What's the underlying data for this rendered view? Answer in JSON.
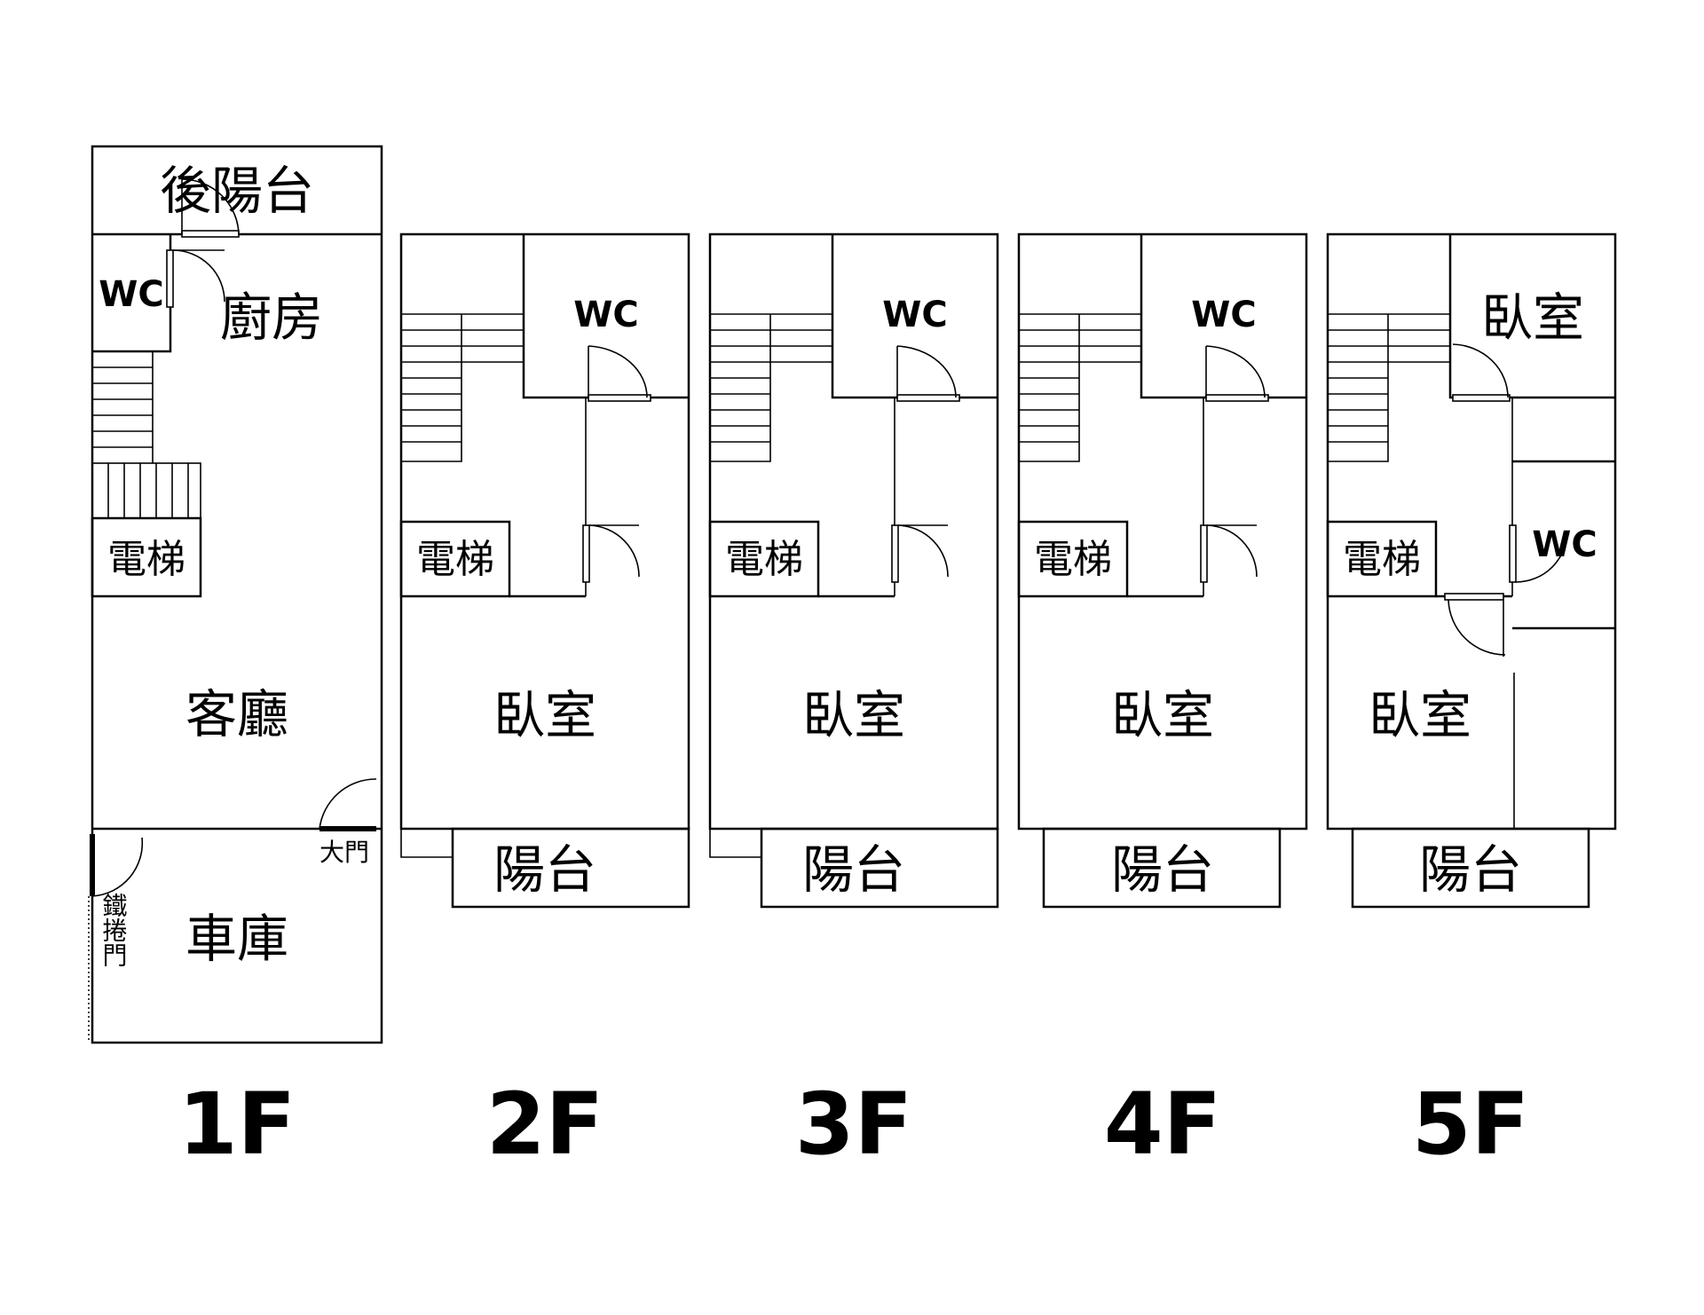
{
  "diagram": {
    "floors": [
      {
        "floor": "1F",
        "rooms": {
          "back_balcony": "後陽台",
          "wc": "WC",
          "kitchen": "廚房",
          "elevator": "電梯",
          "living_room": "客廳",
          "garage": "車庫"
        },
        "labels": {
          "main_door": "大門",
          "rolling_door": "鐵捲門"
        }
      },
      {
        "floor": "2F",
        "rooms": {
          "wc": "WC",
          "elevator": "電梯",
          "bedroom": "臥室",
          "balcony": "陽台"
        }
      },
      {
        "floor": "3F",
        "rooms": {
          "wc": "WC",
          "elevator": "電梯",
          "bedroom": "臥室",
          "balcony": "陽台"
        }
      },
      {
        "floor": "4F",
        "rooms": {
          "wc": "WC",
          "elevator": "電梯",
          "bedroom": "臥室",
          "balcony": "陽台"
        }
      },
      {
        "floor": "5F",
        "rooms": {
          "bedroom_back": "臥室",
          "wc": "WC",
          "elevator": "電梯",
          "bedroom_front": "臥室",
          "balcony": "陽台"
        }
      }
    ]
  }
}
